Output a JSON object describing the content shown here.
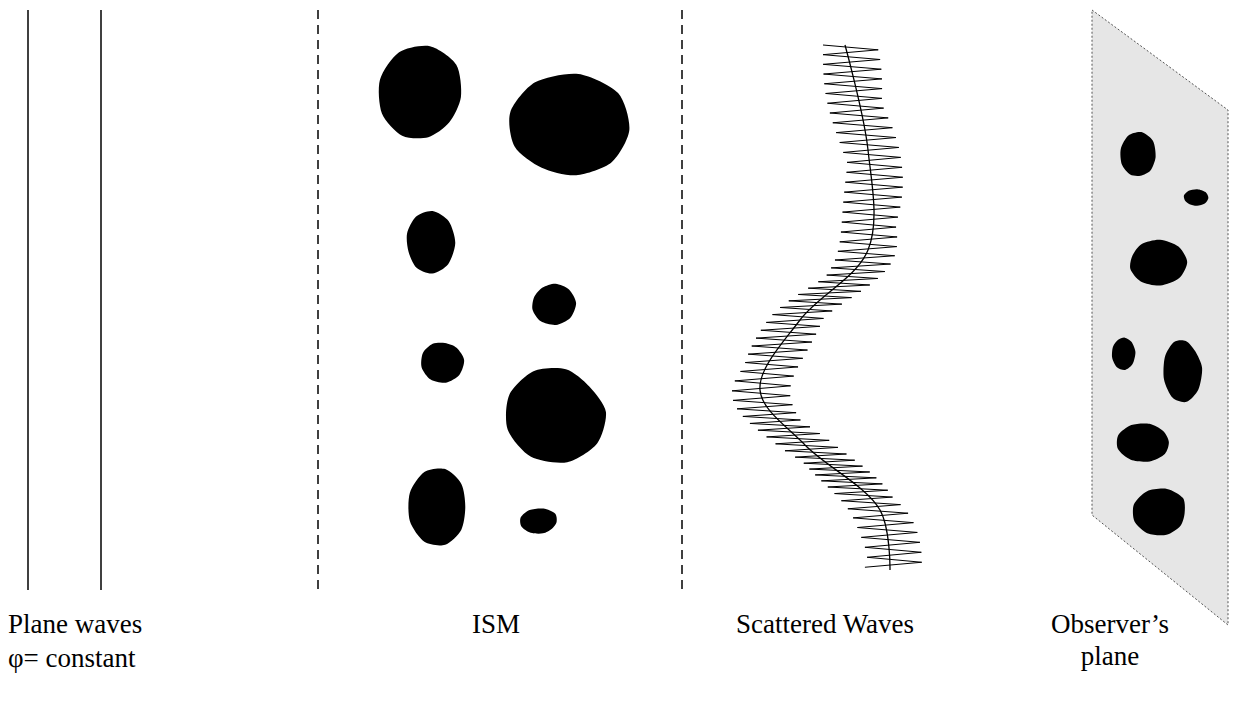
{
  "diagram": {
    "labels": [
      "Plane waves",
      "φ= constant",
      "ISM",
      "Scattered Waves",
      "Observer’s plane"
    ]
  }
}
